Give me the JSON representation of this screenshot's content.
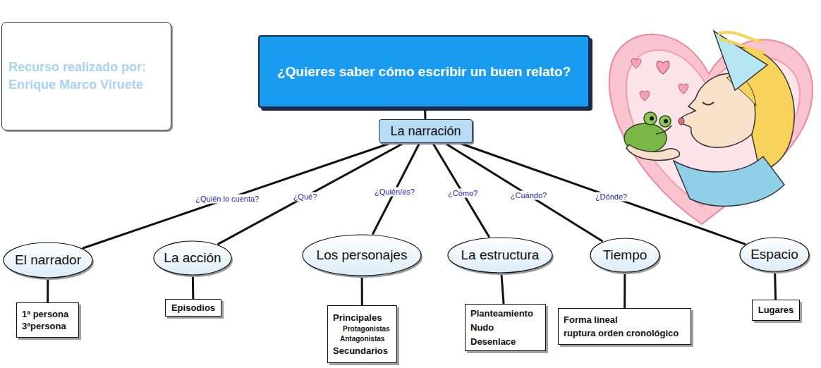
{
  "diagram": {
    "nodes": [
      {
        "text": [
          "Recurso realizado por: Enrique Marco Viruete"
        ]
      },
      {
        "text": [
          "¿Quieres saber cómo escribir un buen relato?"
        ]
      },
      {
        "text": [
          "La narración"
        ]
      },
      {
        "text": [
          "El narrador"
        ]
      },
      {
        "text": [
          "La acción"
        ]
      },
      {
        "text": [
          "Los personajes"
        ]
      },
      {
        "text": [
          "La estructura"
        ]
      },
      {
        "text": [
          "Tiempo"
        ]
      },
      {
        "text": [
          "Espacio"
        ]
      },
      {
        "text": [
          "1ª persona",
          "3ªpersona"
        ]
      },
      {
        "text": [
          "Episodios"
        ]
      },
      {
        "text": [
          "Principales",
          "Protagonistas",
          "Antagonistas",
          "Secundarios"
        ]
      },
      {
        "text": [
          "Planteamiento",
          "Nudo",
          "Desenlace"
        ]
      },
      {
        "text": [
          "Forma lineal",
          "ruptura orden cronológico"
        ]
      },
      {
        "text": [
          "Lugares"
        ]
      }
    ],
    "edges": [
      {
        "from": 1,
        "to": 2,
        "arrow": "none"
      },
      {
        "from": 2,
        "to": 3,
        "label": "¿Quién lo cuenta?",
        "arrow": "none"
      },
      {
        "from": 2,
        "to": 4,
        "label": "¿Qué?",
        "arrow": "none"
      },
      {
        "from": 2,
        "to": 5,
        "label": "¿Quién/es?",
        "arrow": "none"
      },
      {
        "from": 2,
        "to": 6,
        "label": "¿Cómo?",
        "arrow": "none"
      },
      {
        "from": 2,
        "to": 7,
        "label": "¿Cuándo?",
        "arrow": "none"
      },
      {
        "from": 2,
        "to": 8,
        "label": "¿Dónde?",
        "arrow": "none"
      },
      {
        "from": 3,
        "to": 9,
        "arrow": "none"
      },
      {
        "from": 4,
        "to": 10,
        "arrow": "none"
      },
      {
        "from": 5,
        "to": 11,
        "arrow": "none"
      },
      {
        "from": 6,
        "to": 12,
        "arrow": "none"
      },
      {
        "from": 7,
        "to": 13,
        "arrow": "none"
      },
      {
        "from": 8,
        "to": 14,
        "arrow": "none"
      }
    ]
  }
}
